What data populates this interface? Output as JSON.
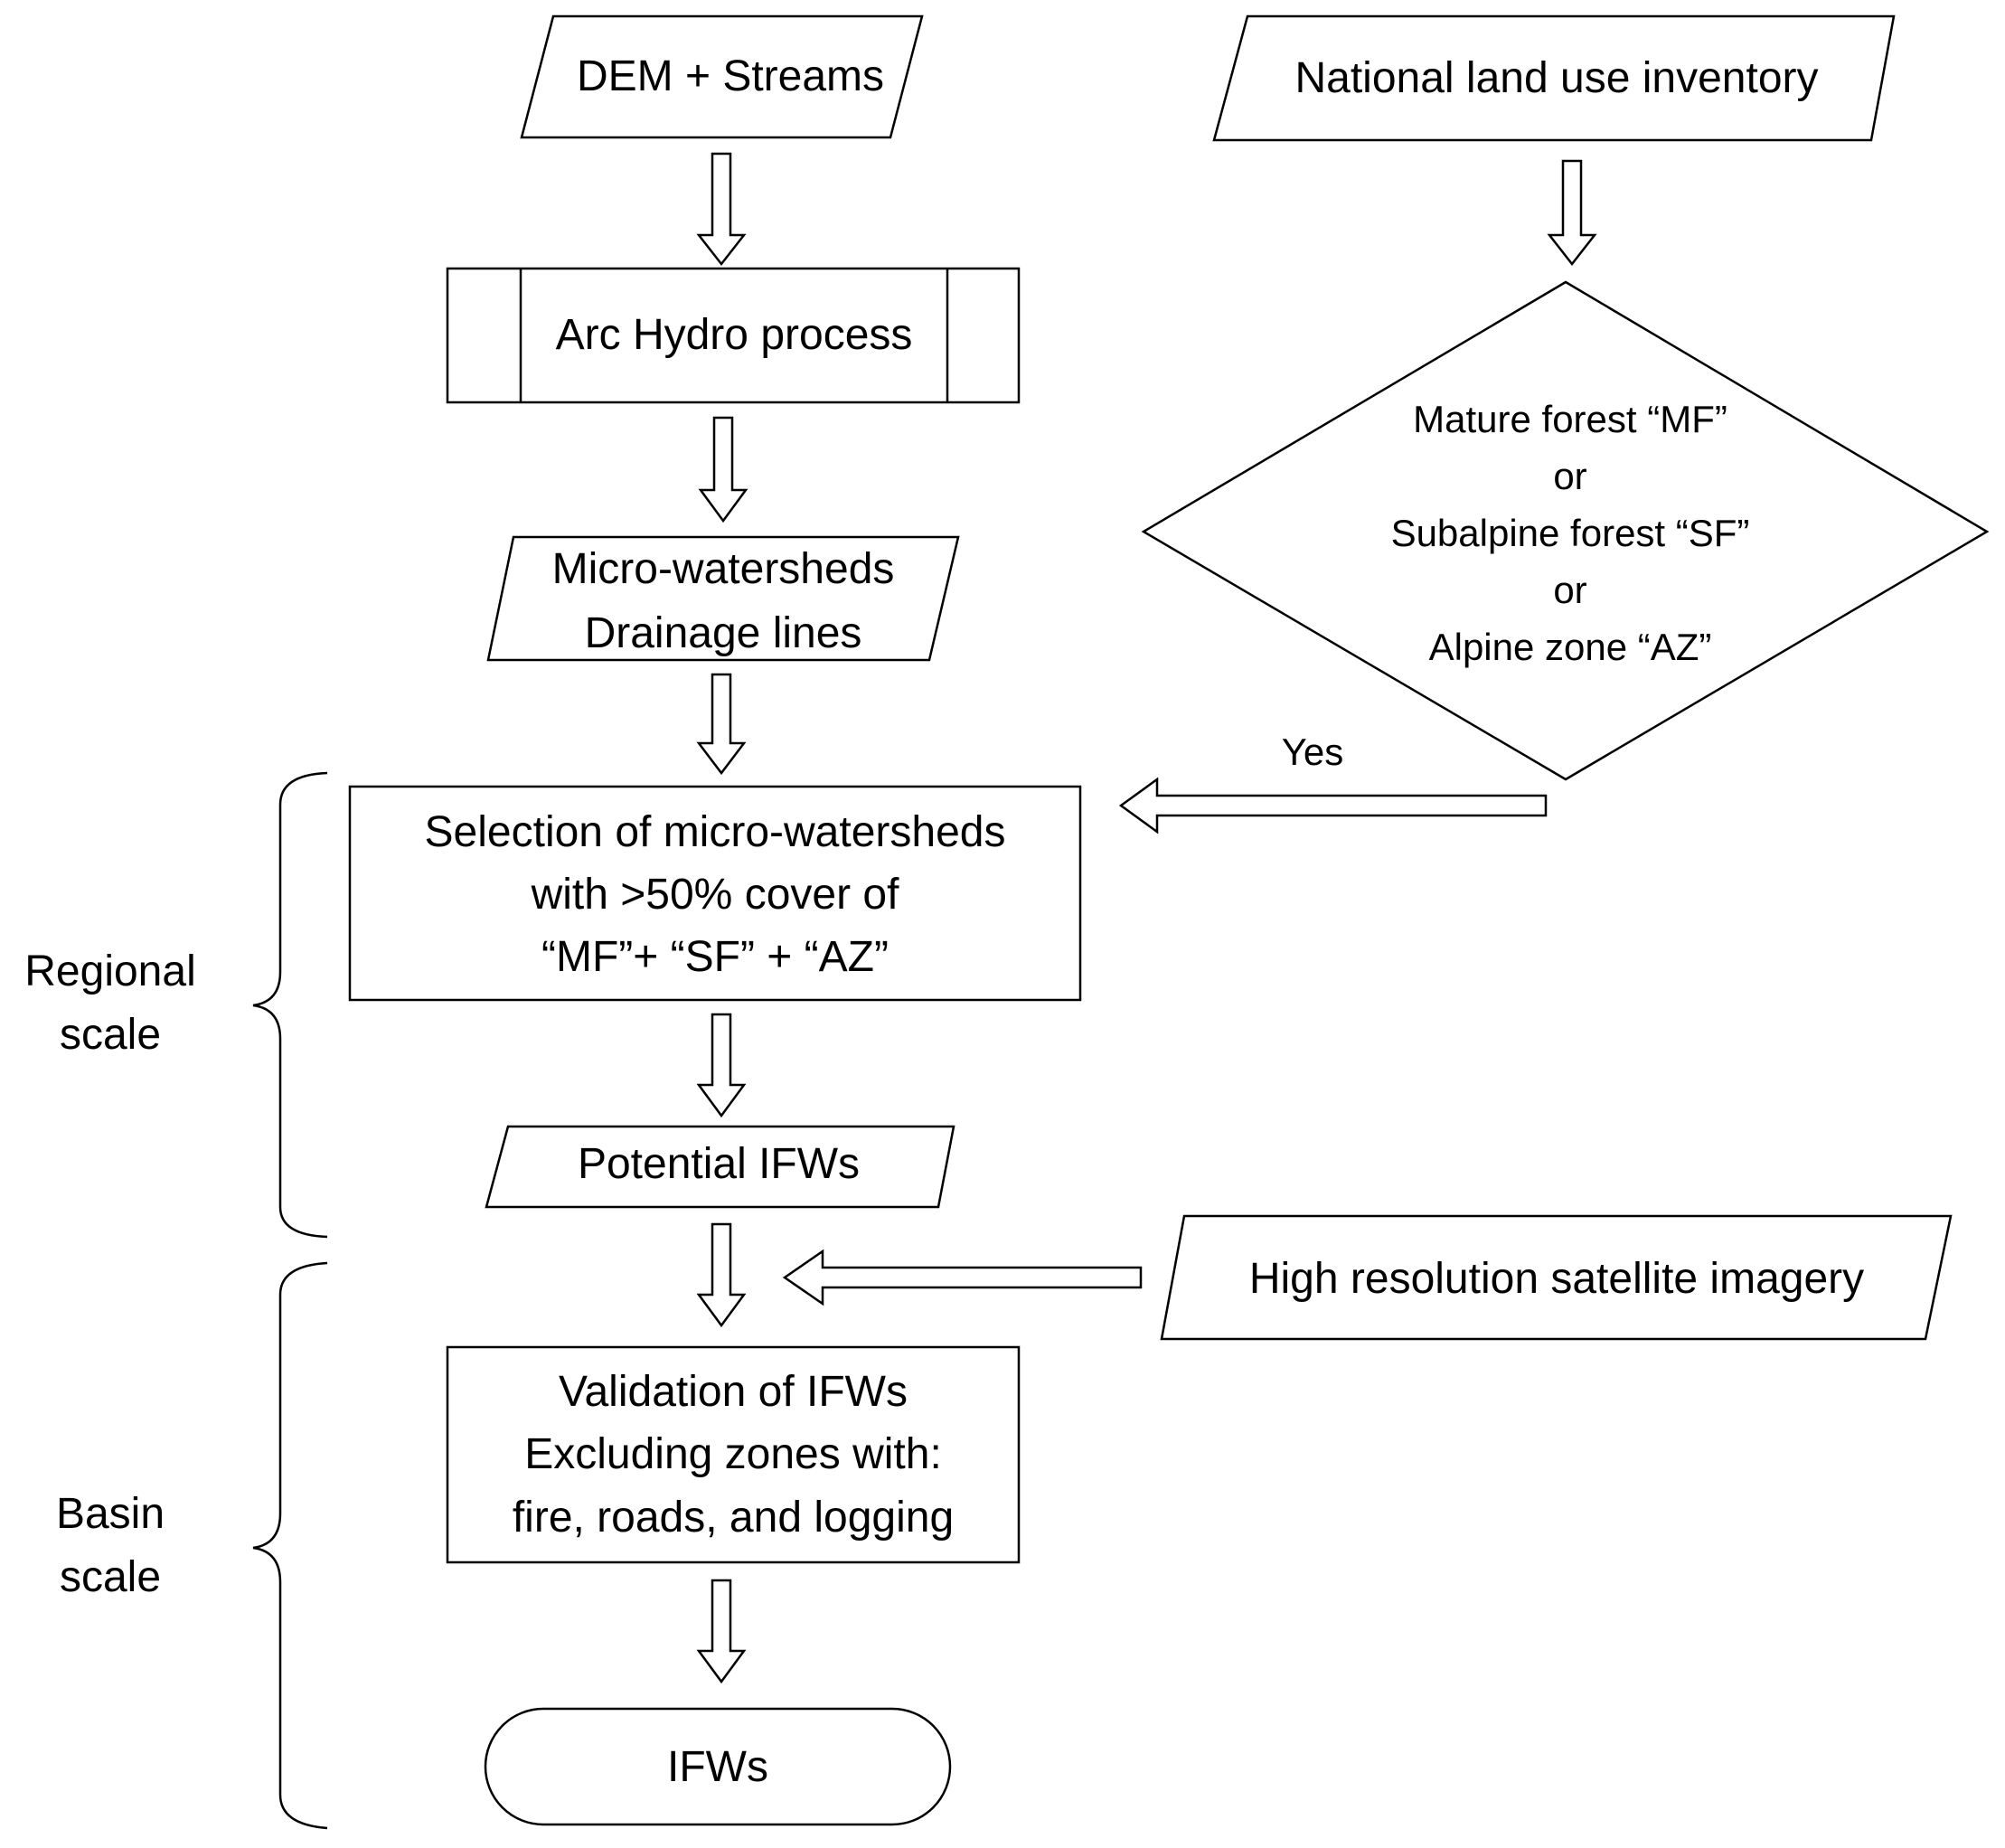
{
  "nodes": {
    "dem_streams": "DEM + Streams",
    "land_use": "National land use inventory",
    "arc_hydro": "Arc Hydro process",
    "micro_watersheds": [
      "Micro-watersheds",
      "Drainage lines"
    ],
    "decision": [
      "Mature forest “MF”",
      "or",
      "Subalpine forest “SF”",
      "or",
      "Alpine zone “AZ”"
    ],
    "selection": [
      "Selection of micro-watersheds",
      "with >50% cover of",
      "“MF”+ “SF” + “AZ”"
    ],
    "potential_ifws": "Potential IFWs",
    "satellite": "High resolution satellite imagery",
    "validation": [
      "Validation of IFWs",
      "Excluding zones with:",
      "fire, roads, and logging"
    ],
    "ifws": "IFWs"
  },
  "edge_labels": {
    "yes": "Yes"
  },
  "scales": {
    "regional": [
      "Regional",
      "scale"
    ],
    "basin": [
      "Basin",
      "scale"
    ]
  }
}
